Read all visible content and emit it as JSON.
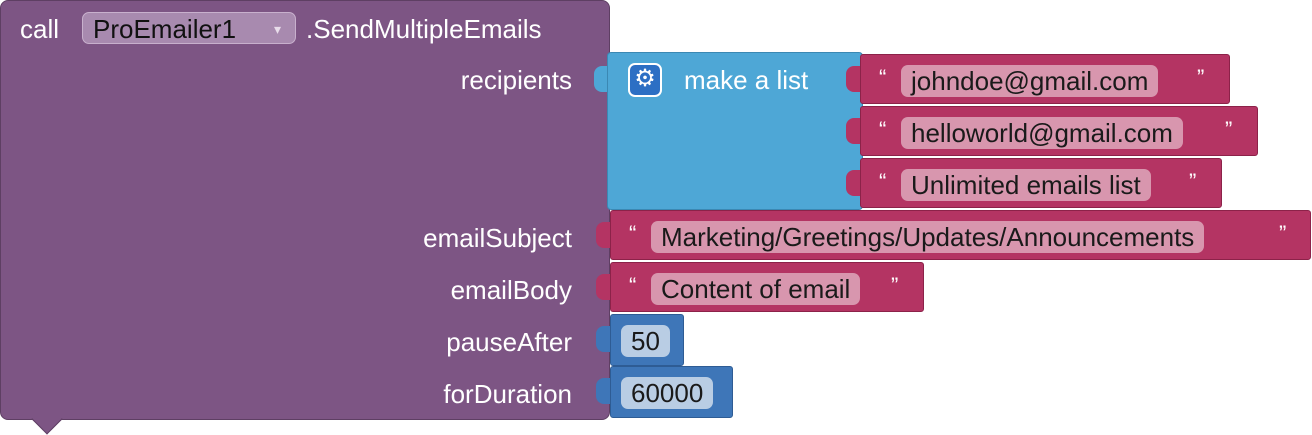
{
  "call_block": {
    "prefix": "call",
    "component": "ProEmailer1",
    "dropdown_arrow": "▾",
    "method": ".SendMultipleEmails",
    "color": "#7d5584"
  },
  "params": {
    "recipients": "recipients",
    "emailSubject": "emailSubject",
    "emailBody": "emailBody",
    "pauseAfter": "pauseAfter",
    "forDuration": "forDuration"
  },
  "make_list": {
    "label": "make a list",
    "gear_icon": "gear-icon",
    "color": "#4ea7d6"
  },
  "quotes": {
    "open": "“",
    "close": "”"
  },
  "recipient_items": [
    "johndoe@gmail.com",
    "helloworld@gmail.com",
    "Unlimited emails list"
  ],
  "email_subject": "Marketing/Greetings/Updates/Announcements",
  "email_body": "Content of email",
  "pause_after": "50",
  "for_duration": "60000",
  "colors": {
    "text_block": "#b43463",
    "number_block": "#3e76b8"
  }
}
